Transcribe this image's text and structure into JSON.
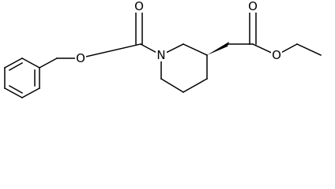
{
  "structure": {
    "atom_labels": {
      "ester_carbonyl_oxygen": "O",
      "ester_ether_oxygen": "O",
      "carbamate_carbonyl_oxygen": "O",
      "carbamate_ether_oxygen": "O",
      "ring_nitrogen": "N"
    },
    "stereo_bond": "wedge",
    "colors": {
      "bonds": "#000000",
      "labels": "#000000",
      "background": "#ffffff"
    }
  }
}
